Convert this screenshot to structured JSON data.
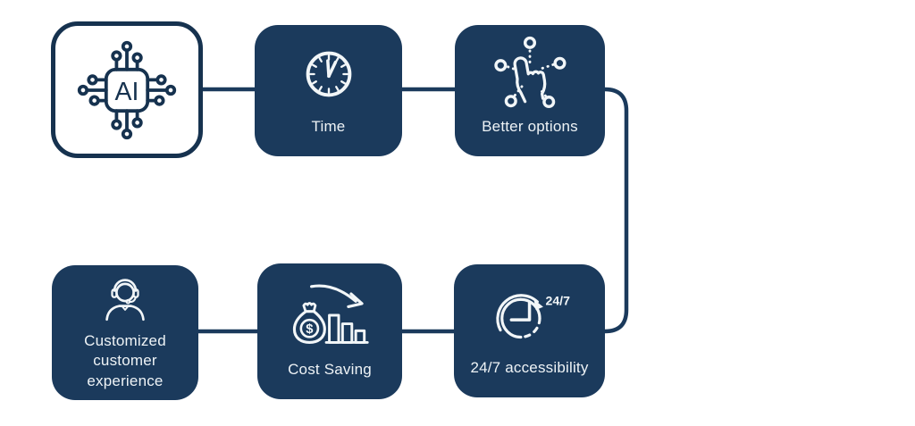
{
  "palette": {
    "navy": "#1b3a5c",
    "border_navy": "#16324f",
    "card_text": "#eef3f6",
    "background": "#ffffff"
  },
  "diagram": {
    "nodes": [
      {
        "id": "ai",
        "icon": "ai-chip-icon",
        "icon_text": "AI",
        "label": "",
        "variant": "light"
      },
      {
        "id": "time",
        "icon": "clock-icon",
        "label": "Time",
        "variant": "dark"
      },
      {
        "id": "better-options",
        "icon": "hand-pick-options-icon",
        "label": "Better options",
        "variant": "dark"
      },
      {
        "id": "customized-customer-experience",
        "icon": "support-agent-icon",
        "label": "Customized customer experience",
        "variant": "dark"
      },
      {
        "id": "cost-saving",
        "icon": "cost-decrease-icon",
        "icon_text": "$",
        "label": "Cost Saving",
        "variant": "dark"
      },
      {
        "id": "accessibility-247",
        "icon": "clock-247-icon",
        "icon_text": "24/7",
        "label": "24/7 accessibility",
        "variant": "dark"
      }
    ],
    "connections": [
      {
        "from": "ai",
        "to": "time"
      },
      {
        "from": "time",
        "to": "better-options"
      },
      {
        "from": "better-options",
        "to": "accessibility-247",
        "shape": "right-side-curve"
      },
      {
        "from": "accessibility-247",
        "to": "cost-saving"
      },
      {
        "from": "cost-saving",
        "to": "customized-customer-experience"
      }
    ]
  }
}
